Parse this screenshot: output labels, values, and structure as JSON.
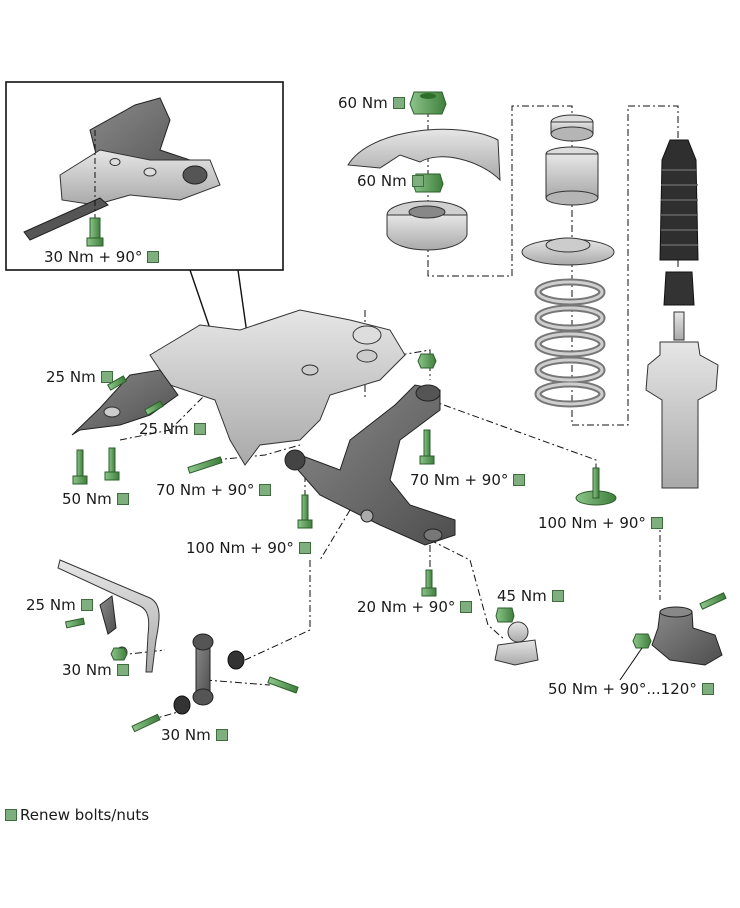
{
  "colors": {
    "renew_marker": "#7fae7f",
    "fastener_green": "#5e9e5a",
    "part_gray": "#c9c9c9",
    "dark_part": "#6d6d6d"
  },
  "labels": {
    "inset_bolt": "30 Nm + 90°",
    "top_nut": "60 Nm",
    "top_nut_inner": "60 Nm",
    "bracket_bolt_upper": "25 Nm",
    "bracket_bolt_side": "25 Nm",
    "bracket_bolt_lower": "50 Nm",
    "subframe_bolt": "70 Nm + 90°",
    "arm_rear_bolt": "70 Nm + 90°",
    "strut_base_bolt": "100 Nm + 90°",
    "arm_front_bolt": "100 Nm + 90°",
    "ball_joint_nut": "45 Nm",
    "ball_joint_bolt": "20 Nm + 90°",
    "stabilizer_clamp": "25 Nm",
    "stabilizer_nut": "30 Nm",
    "link_bolt": "30 Nm",
    "hub_bolt": "50 Nm + 90°...120°"
  },
  "legend": {
    "text": "Renew bolts/nuts"
  }
}
